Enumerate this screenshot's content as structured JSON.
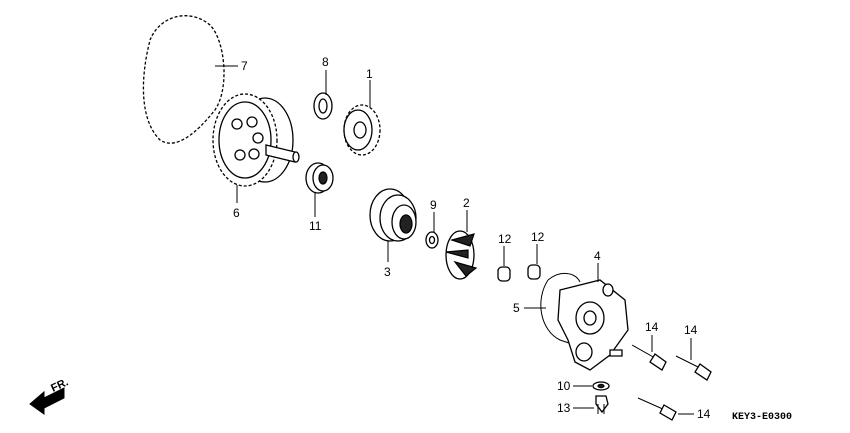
{
  "diagram": {
    "code": "KEY3-E0300",
    "direction": "FR.",
    "callouts": [
      {
        "id": "c1",
        "label": "1"
      },
      {
        "id": "c2",
        "label": "2"
      },
      {
        "id": "c3",
        "label": "3"
      },
      {
        "id": "c4",
        "label": "4"
      },
      {
        "id": "c5",
        "label": "5"
      },
      {
        "id": "c6",
        "label": "6"
      },
      {
        "id": "c7",
        "label": "7"
      },
      {
        "id": "c8",
        "label": "8"
      },
      {
        "id": "c9",
        "label": "9"
      },
      {
        "id": "c10",
        "label": "10"
      },
      {
        "id": "c11",
        "label": "11"
      },
      {
        "id": "c12a",
        "label": "12"
      },
      {
        "id": "c12b",
        "label": "12"
      },
      {
        "id": "c13",
        "label": "13"
      },
      {
        "id": "c14a",
        "label": "14"
      },
      {
        "id": "c14b",
        "label": "14"
      },
      {
        "id": "c14c",
        "label": "14"
      }
    ]
  }
}
